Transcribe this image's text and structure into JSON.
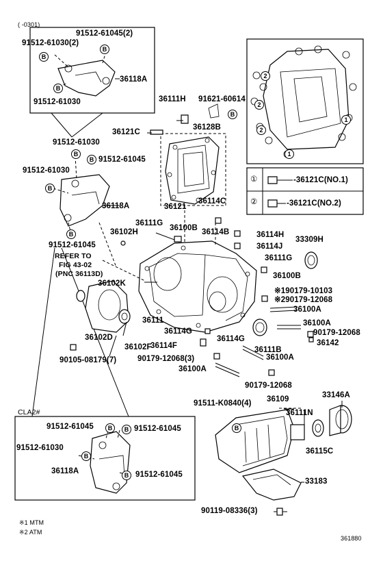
{
  "range_note": "(     -0301)",
  "cla_note": "CLA2#",
  "footnote_1": "※1 MTM",
  "footnote_2": "※2 ATM",
  "figure_no": "361880",
  "refer_1": "REFER TO",
  "refer_2": "FIG 43-02",
  "refer_3": "(PNC 36113D)",
  "b_letter": "B",
  "legend": [
    {
      "num": "①",
      "label": "-36121C(NO.1)"
    },
    {
      "num": "②",
      "label": "-36121C(NO.2)"
    }
  ],
  "labels": {
    "t1": "91512-61045(2)",
    "t2": "91512-61030(2)",
    "t3": "36118A",
    "t4": "91512-61030",
    "m1": "91512-61030",
    "m2": "91512-61045",
    "m3": "91512-61030",
    "m4": "36118A",
    "m5": "91512-61045",
    "c1": "36111H",
    "c2": "91621-60614",
    "c3": "36128B",
    "c4": "36121C",
    "c5": "36121",
    "c6": "36114C",
    "c7": "36114B",
    "c8": "36111G",
    "c9": "36100B",
    "c10": "36114H",
    "c11": "36114J",
    "c12": "33309H",
    "c13": "36111G",
    "c14": "36100B",
    "c15": "36102H",
    "c16": "36102K",
    "c17": "36102D",
    "c18": "36102F",
    "c19": "90105-08179(7)",
    "c20": "36111",
    "c21": "36114G",
    "c22": "36114F",
    "c23": "36114G",
    "c24": "90179-12068(3)",
    "c25": "36100A",
    "c26": "36111B",
    "c27": "36100A",
    "c28": "※190179-10103",
    "c29": "※290179-12068",
    "c30": "36100A",
    "c31": "36100A",
    "c32": "90179-12068",
    "c33": "36142",
    "c34": "90179-12068",
    "r1": "36109",
    "r2": "91511-K0840(4)",
    "r3": "33146A",
    "r4": "36111N",
    "r5": "36115C",
    "r6": "33183",
    "r7": "90119-08336(3)",
    "w1": "91512-61045",
    "w2": "91512-61045",
    "w3": "91512-61030",
    "w4": "36118A",
    "w5": "91512-61045"
  }
}
